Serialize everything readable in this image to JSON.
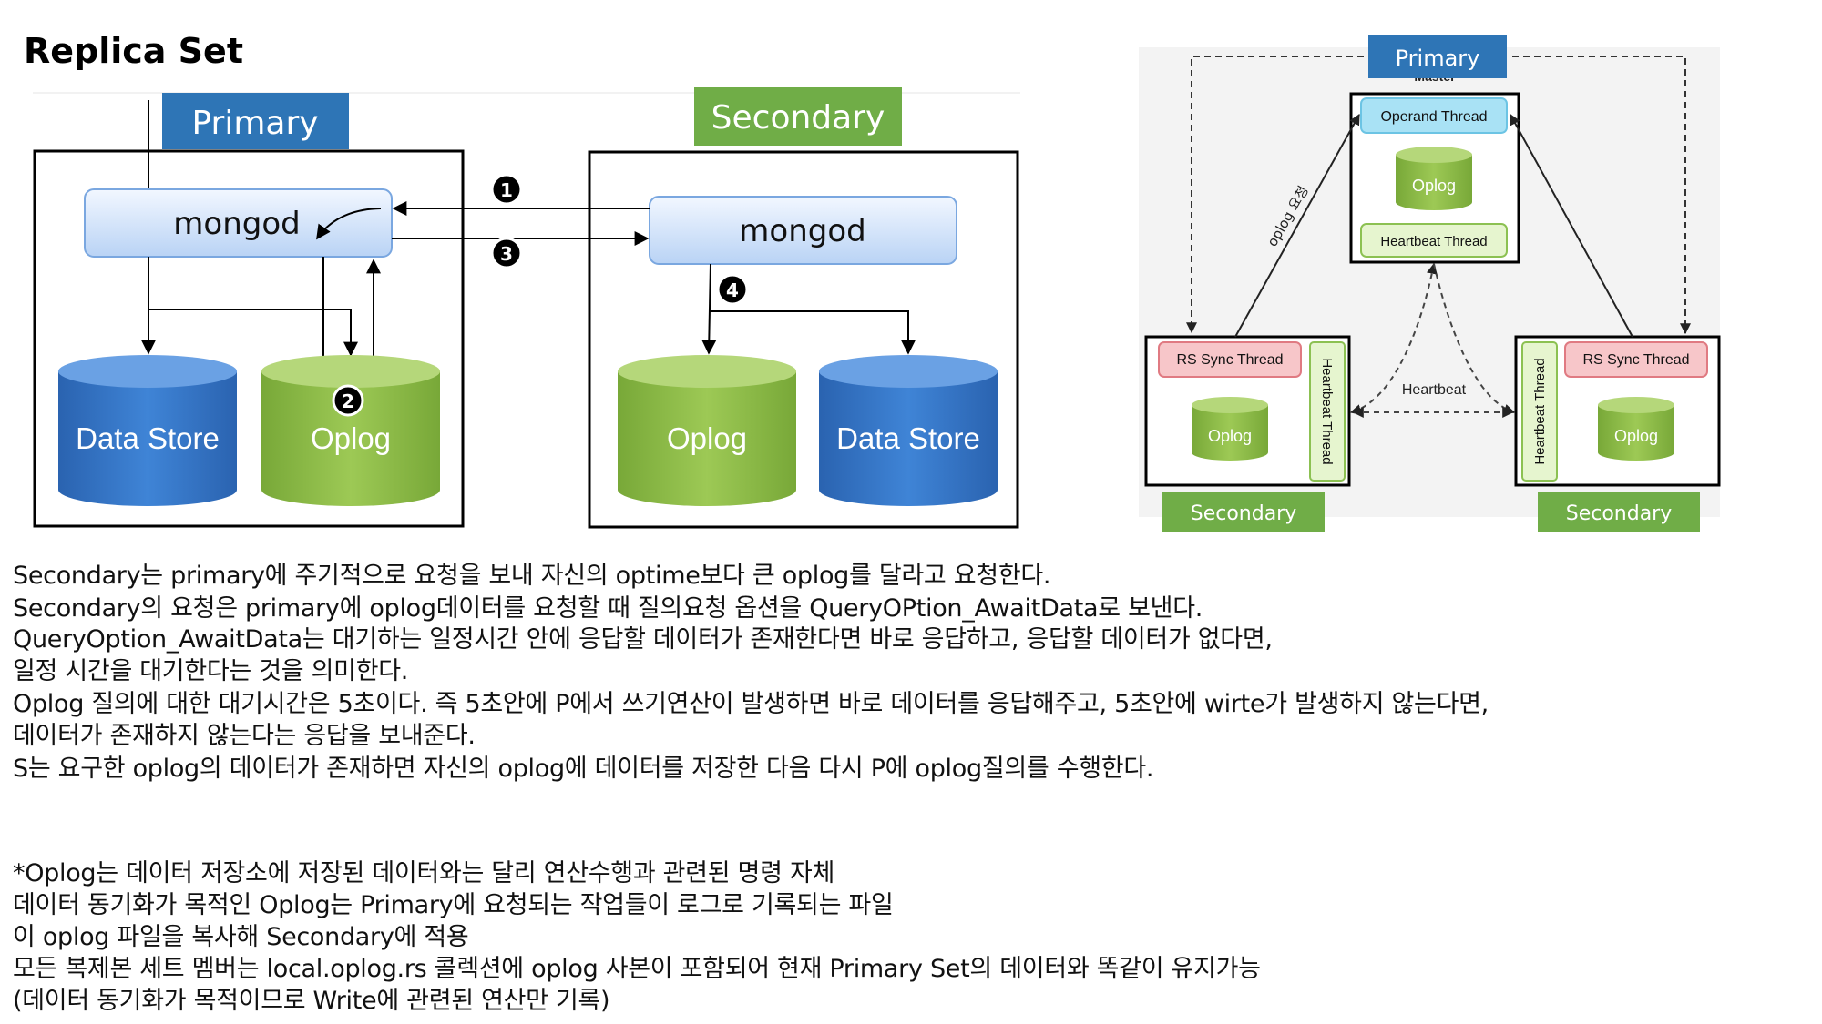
{
  "title": "Replica Set",
  "left_diagram": {
    "primary_label": "Primary",
    "secondary_label": "Secondary",
    "mongod_primary": "mongod",
    "mongod_secondary": "mongod",
    "primary_store": "Data Store",
    "primary_oplog": "Oplog",
    "secondary_oplog": "Oplog",
    "secondary_store": "Data Store",
    "step1": "1",
    "step2": "2",
    "step3": "3",
    "step4": "4",
    "colors": {
      "primary_tag": "#2e75b6",
      "secondary_tag": "#70ad47",
      "store": "#2f6fbf",
      "oplog": "#8db848"
    }
  },
  "right_diagram": {
    "primary_label": "Primary",
    "master_label": "Master",
    "operand_thread": "Operand Thread",
    "oplog_top": "Oplog",
    "heartbeat_thread_top": "Heartbeat Thread",
    "oplog_request": "oplog 요청",
    "heartbeat": "Heartbeat",
    "left_rs_sync": "RS Sync Thread",
    "left_oplog": "Oplog",
    "left_heartbeat_thread": "Heartbeat Thread",
    "right_rs_sync": "RS Sync Thread",
    "right_oplog": "Oplog",
    "right_heartbeat_thread": "Heartbeat Thread",
    "secondary_left": "Secondary",
    "secondary_right": "Secondary"
  },
  "paragraph1": [
    "Secondary는 primary에 주기적으로 요청을 보내 자신의 optime보다 큰 oplog를 달라고 요청한다.",
    "Secondary의 요청은 primary에 oplog데이터를 요청할 때 질의요청 옵션을 QueryOPtion_AwaitData로 보낸다.",
    "QueryOption_AwaitData는 대기하는 일정시간 안에 응답할 데이터가 존재한다면 바로 응답하고, 응답할 데이터가 없다면,",
    "일정 시간을 대기한다는 것을 의미한다.",
    "Oplog 질의에 대한 대기시간은 5초이다. 즉 5초안에 P에서 쓰기연산이 발생하면 바로 데이터를 응답해주고, 5초안에 wirte가 발생하지 않는다면,",
    "데이터가 존재하지 않는다는 응답을 보내준다.",
    "S는 요구한 oplog의 데이터가 존재하면 자신의 oplog에 데이터를 저장한 다음 다시 P에 oplog질의를 수행한다."
  ],
  "paragraph2": [
    "*Oplog는 데이터 저장소에 저장된 데이터와는 달리 연산수행과 관련된 명령 자체",
    "데이터 동기화가 목적인 Oplog는 Primary에 요청되는 작업들이 로그로 기록되는 파일",
    "이 oplog 파일을 복사해 Secondary에 적용",
    "모든 복제본 세트 멤버는 local.oplog.rs 콜렉션에 oplog 사본이 포함되어 현재 Primary Set의 데이터와 똑같이 유지가능",
    "(데이터 동기화가 목적이므로 Write에 관련된 연산만 기록)"
  ]
}
